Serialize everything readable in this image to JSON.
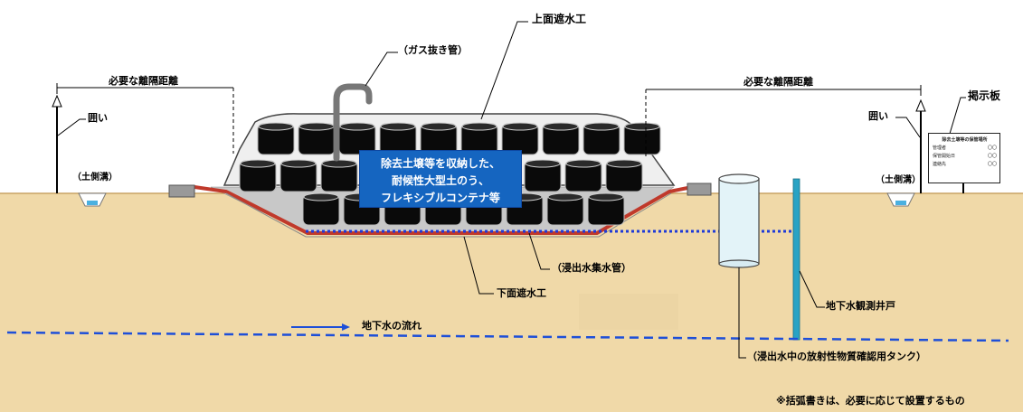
{
  "labels": {
    "top_cover": "上面遮水工",
    "gas_vent": "（ガス抜き管）",
    "separation_left": "必要な離隔距離",
    "separation_right": "必要な離隔距離",
    "fence_left": "囲い",
    "fence_right": "囲い",
    "signboard": "掲示板",
    "ditch_left": "（土側溝）",
    "ditch_right": "（土側溝）",
    "container_line1": "除去土壌等を収納した、",
    "container_line2": "耐候性大型土のう、",
    "container_line3": "フレキシブルコンテナ等",
    "leachate_pipe": "（浸出水集水管）",
    "bottom_liner": "下面遮水工",
    "groundwater_flow": "地下水の流れ",
    "monitoring_well": "地下水観測井戸",
    "tank": "（浸出水中の放射性物質確認用タンク）",
    "footnote": "※括弧書きは、必要に応じて設置するもの"
  },
  "signboard_content": {
    "title": "除去土壌等の保管場所",
    "rows": [
      {
        "label": "管理者",
        "value": "〇〇"
      },
      {
        "label": "保管開始日",
        "value": "〇〇"
      },
      {
        "label": "連絡先",
        "value": "〇〇"
      }
    ]
  },
  "colors": {
    "ground": "#f0d9a8",
    "ground_line": "#d4b678",
    "container_box": "#1565c0",
    "liner": "#c0392b",
    "groundwater_line": "#1e4fd8",
    "well": "#29a3c4",
    "tank": "#dff1f7",
    "gravel": "#c9c9c9",
    "bag": "#0a0a0a"
  }
}
